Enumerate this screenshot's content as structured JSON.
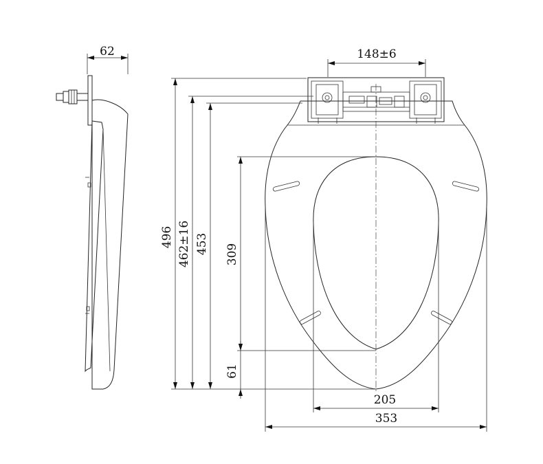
{
  "dimensions": {
    "side_depth": "62",
    "hinge_spacing": "148±6",
    "overall_length": "496",
    "hinge_to_front": "462±16",
    "seat_length": "453",
    "opening_length": "309",
    "front_rim": "61",
    "opening_width": "205",
    "overall_width": "353"
  }
}
